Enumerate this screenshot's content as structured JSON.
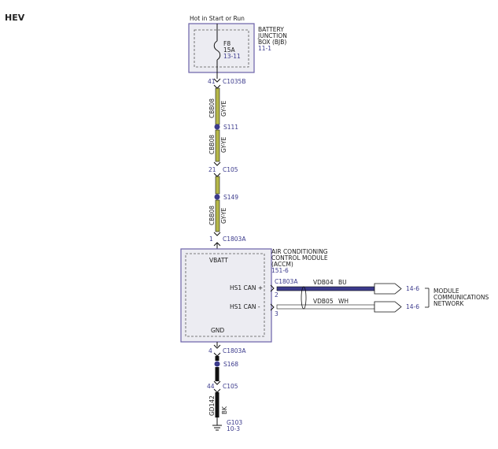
{
  "page": {
    "label": "HEV"
  },
  "supply": {
    "label": "Hot in Start or Run"
  },
  "bjb": {
    "name_line1": "BATTERY",
    "name_line2": "JUNCTION",
    "name_line3": "BOX (BJB)",
    "ref": "11-1",
    "fuse": {
      "id": "F8",
      "rating": "15A",
      "ref": "13-11"
    }
  },
  "connectors": {
    "c1035b": {
      "pin": "41",
      "name": "C1035B"
    },
    "c105_top": {
      "pin": "21",
      "name": "C105"
    },
    "c1803a_top": {
      "pin": "1",
      "name": "C1803A"
    },
    "c1803a_can": {
      "name": "C1803A",
      "pin_hi": "2",
      "pin_lo": "3"
    },
    "c1803a_bottom": {
      "pin": "4",
      "name": "C1803A"
    },
    "c105_bottom": {
      "pin": "44",
      "name": "C105"
    }
  },
  "splices": {
    "s111": "S111",
    "s149": "S149",
    "s168": "S168"
  },
  "wires": {
    "cbb08_a": {
      "circuit": "CBB08",
      "color": "GY-YE"
    },
    "cbb08_b": {
      "circuit": "CBB08",
      "color": "GY-YE"
    },
    "cbb08_c": {
      "circuit": "CBB08",
      "color": "GY-YE"
    },
    "vdb04": {
      "circuit": "VDB04",
      "color": "BU"
    },
    "vdb05": {
      "circuit": "VDB05",
      "color": "WH"
    },
    "gd142": {
      "circuit": "GD142",
      "color": "BK"
    }
  },
  "accm": {
    "name_line1": "AIR CONDITIONING",
    "name_line2": "CONTROL MODULE",
    "name_line3": "(ACCM)",
    "ref": "151-6",
    "vbatt": "VBATT",
    "gnd": "GND",
    "can_hi": "HS1 CAN +",
    "can_lo": "HS1 CAN -"
  },
  "network": {
    "ref_hi": "14-6",
    "ref_lo": "14-6",
    "name_line1": "MODULE",
    "name_line2": "COMMUNICATIONS",
    "name_line3": "NETWORK"
  },
  "ground": {
    "name": "G103",
    "ref": "10-3"
  },
  "colors": {
    "gy_ye": "#b5b84a",
    "bu": "#3b3a8c",
    "wh": "#ffffff",
    "bk": "#111111",
    "box_border": "#6b62a8",
    "box_fill": "#ececf2",
    "ref_text": "#3b3a8c"
  }
}
